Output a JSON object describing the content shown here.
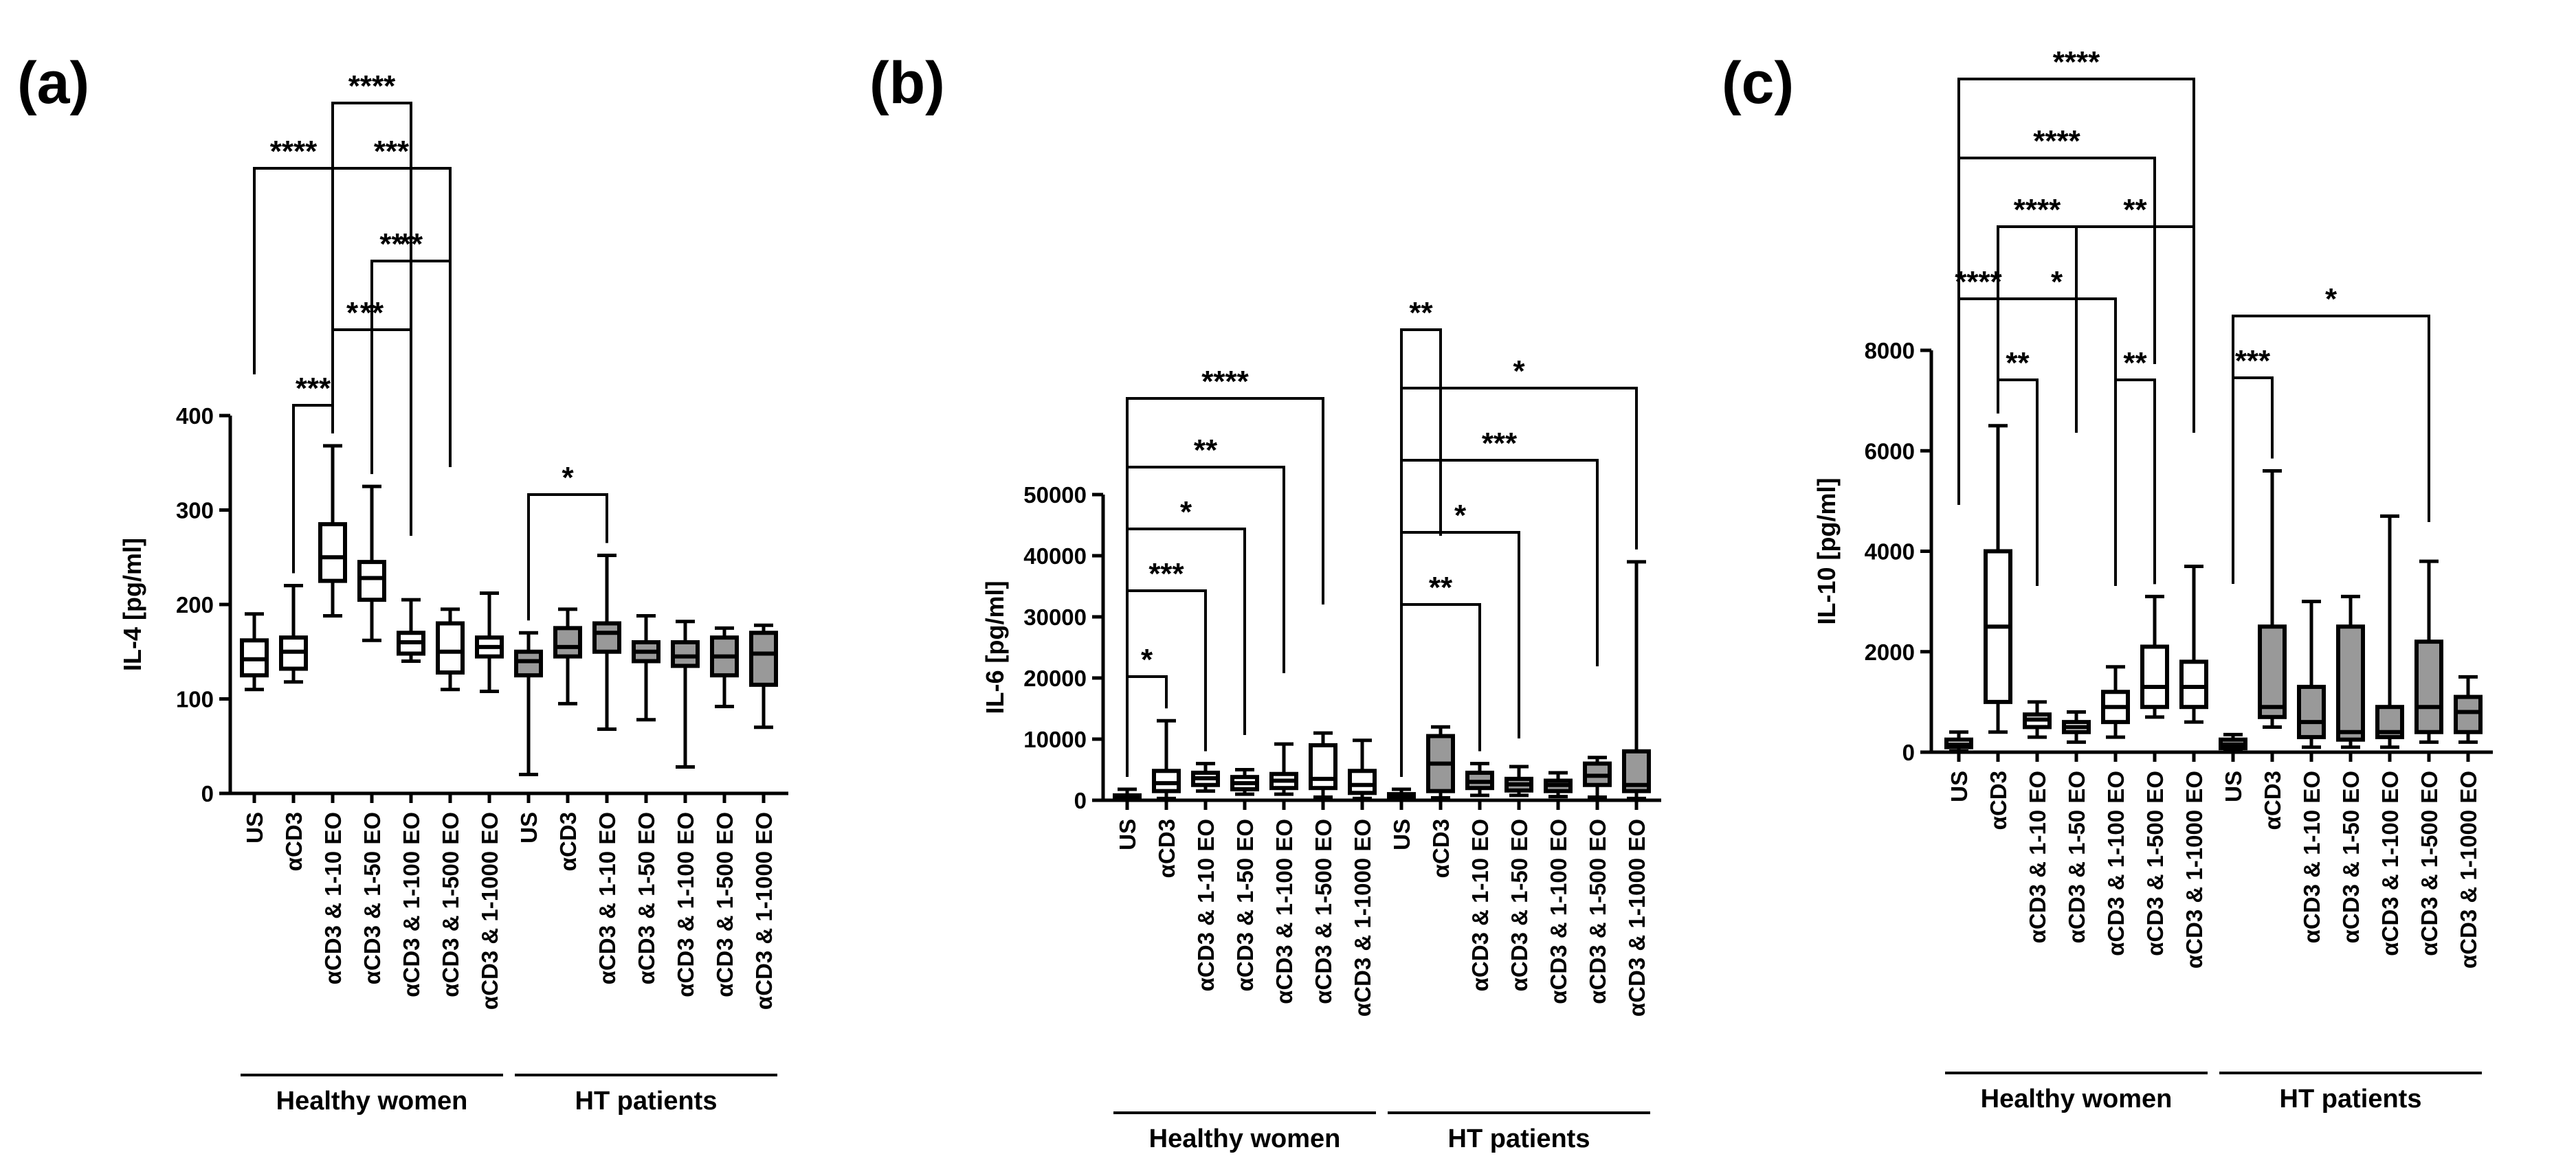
{
  "colors": {
    "healthy_fill": "#ffffff",
    "ht_fill": "#999999",
    "stroke": "#000000"
  },
  "chart_data": [
    {
      "type": "box",
      "panel": "(a)",
      "ylabel": "IL-4 [pg/ml]",
      "ylim": [
        0,
        400
      ],
      "yticks": [
        "0",
        "100",
        "200",
        "300",
        "400"
      ],
      "categories": [
        "US",
        "αCD3",
        "αCD3 & 1-10 EO",
        "αCD3 & 1-50 EO",
        "αCD3 & 1-100 EO",
        "αCD3 & 1-500 EO",
        "αCD3 & 1-1000 EO",
        "US",
        "αCD3",
        "αCD3 & 1-10 EO",
        "αCD3 & 1-50 EO",
        "αCD3 & 1-100 EO",
        "αCD3 & 1-500 EO",
        "αCD3 & 1-1000 EO"
      ],
      "groups": [
        "Healthy women",
        "HT patients"
      ],
      "boxes": [
        {
          "min": 110,
          "q1": 125,
          "median": 142,
          "q3": 162,
          "max": 190,
          "fill": "white"
        },
        {
          "min": 118,
          "q1": 132,
          "median": 150,
          "q3": 165,
          "max": 220,
          "fill": "white"
        },
        {
          "min": 188,
          "q1": 225,
          "median": 250,
          "q3": 285,
          "max": 368,
          "fill": "white"
        },
        {
          "min": 162,
          "q1": 205,
          "median": 228,
          "q3": 245,
          "max": 325,
          "fill": "white"
        },
        {
          "min": 140,
          "q1": 148,
          "median": 160,
          "q3": 170,
          "max": 205,
          "fill": "white"
        },
        {
          "min": 110,
          "q1": 128,
          "median": 150,
          "q3": 180,
          "max": 195,
          "fill": "white"
        },
        {
          "min": 108,
          "q1": 145,
          "median": 155,
          "q3": 165,
          "max": 212,
          "fill": "white"
        },
        {
          "min": 20,
          "q1": 125,
          "median": 140,
          "q3": 150,
          "max": 170,
          "fill": "gray"
        },
        {
          "min": 95,
          "q1": 145,
          "median": 155,
          "q3": 175,
          "max": 195,
          "fill": "gray"
        },
        {
          "min": 68,
          "q1": 150,
          "median": 170,
          "q3": 180,
          "max": 252,
          "fill": "gray"
        },
        {
          "min": 78,
          "q1": 140,
          "median": 150,
          "q3": 160,
          "max": 188,
          "fill": "gray"
        },
        {
          "min": 28,
          "q1": 135,
          "median": 145,
          "q3": 160,
          "max": 182,
          "fill": "gray"
        },
        {
          "min": 92,
          "q1": 125,
          "median": 145,
          "q3": 165,
          "max": 175,
          "fill": "gray"
        },
        {
          "min": 70,
          "q1": 115,
          "median": 148,
          "q3": 170,
          "max": 178,
          "fill": "gray"
        }
      ],
      "significance": [
        {
          "from": 1,
          "to": 2,
          "label": "***"
        },
        {
          "from": 2,
          "to": 3,
          "label": "*"
        },
        {
          "from": 3,
          "to": 4,
          "label": "**"
        },
        {
          "from": 3,
          "to": 5,
          "label": "**"
        },
        {
          "from": 2,
          "to": 4,
          "label": "**"
        },
        {
          "from": 0,
          "to": 2,
          "label": "****"
        },
        {
          "from": 2,
          "to": 5,
          "label": "***"
        },
        {
          "from": 2,
          "to": 4,
          "label": "****"
        },
        {
          "from": 7,
          "to": 9,
          "label": "*"
        }
      ]
    },
    {
      "type": "box",
      "panel": "(b)",
      "ylabel": "IL-6 [pg/ml]",
      "ylim": [
        0,
        50000
      ],
      "yticks": [
        "0",
        "10000",
        "20000",
        "30000",
        "40000",
        "50000"
      ],
      "categories": [
        "US",
        "αCD3",
        "αCD3 & 1-10 EO",
        "αCD3 & 1-50 EO",
        "αCD3 & 1-100 EO",
        "αCD3 & 1-500 EO",
        "αCD3 & 1-1000 EO",
        "US",
        "αCD3",
        "αCD3 & 1-10 EO",
        "αCD3 & 1-50 EO",
        "αCD3 & 1-100 EO",
        "αCD3 & 1-500 EO",
        "αCD3 & 1-1000 EO"
      ],
      "groups": [
        "Healthy women",
        "HT patients"
      ],
      "boxes": [
        {
          "min": 100,
          "q1": 200,
          "median": 500,
          "q3": 800,
          "max": 1800,
          "fill": "white"
        },
        {
          "min": 300,
          "q1": 1500,
          "median": 2800,
          "q3": 4800,
          "max": 13000,
          "fill": "white"
        },
        {
          "min": 1500,
          "q1": 2500,
          "median": 3600,
          "q3": 4500,
          "max": 6000,
          "fill": "white"
        },
        {
          "min": 1000,
          "q1": 1800,
          "median": 2800,
          "q3": 3800,
          "max": 5000,
          "fill": "white"
        },
        {
          "min": 1000,
          "q1": 2000,
          "median": 3200,
          "q3": 4300,
          "max": 9200,
          "fill": "white"
        },
        {
          "min": 500,
          "q1": 2000,
          "median": 3500,
          "q3": 9000,
          "max": 11000,
          "fill": "white"
        },
        {
          "min": 300,
          "q1": 1200,
          "median": 2500,
          "q3": 4800,
          "max": 9800,
          "fill": "white"
        },
        {
          "min": 100,
          "q1": 200,
          "median": 500,
          "q3": 1000,
          "max": 1800,
          "fill": "gray"
        },
        {
          "min": 400,
          "q1": 1500,
          "median": 6000,
          "q3": 10500,
          "max": 12000,
          "fill": "gray"
        },
        {
          "min": 800,
          "q1": 2000,
          "median": 3000,
          "q3": 4500,
          "max": 6000,
          "fill": "gray"
        },
        {
          "min": 800,
          "q1": 1600,
          "median": 2600,
          "q3": 3500,
          "max": 5500,
          "fill": "gray"
        },
        {
          "min": 600,
          "q1": 1500,
          "median": 2500,
          "q3": 3200,
          "max": 4500,
          "fill": "gray"
        },
        {
          "min": 500,
          "q1": 2500,
          "median": 4000,
          "q3": 6000,
          "max": 7000,
          "fill": "gray"
        },
        {
          "min": 300,
          "q1": 1500,
          "median": 2500,
          "q3": 8000,
          "max": 39000,
          "fill": "gray"
        }
      ],
      "significance": [
        {
          "from": 0,
          "to": 1,
          "label": "*"
        },
        {
          "from": 0,
          "to": 2,
          "label": "***"
        },
        {
          "from": 0,
          "to": 3,
          "label": "*"
        },
        {
          "from": 0,
          "to": 4,
          "label": "**"
        },
        {
          "from": 0,
          "to": 5,
          "label": "****"
        },
        {
          "from": 7,
          "to": 8,
          "label": "**"
        },
        {
          "from": 7,
          "to": 9,
          "label": "**"
        },
        {
          "from": 7,
          "to": 10,
          "label": "*"
        },
        {
          "from": 7,
          "to": 12,
          "label": "***"
        },
        {
          "from": 7,
          "to": 13,
          "label": "*"
        }
      ]
    },
    {
      "type": "box",
      "panel": "(c)",
      "ylabel": "IL-10 [pg/ml]",
      "ylim": [
        0,
        8000
      ],
      "yticks": [
        "0",
        "2000",
        "4000",
        "6000",
        "8000"
      ],
      "categories": [
        "US",
        "αCD3",
        "αCD3 & 1-10 EO",
        "αCD3 & 1-50 EO",
        "αCD3 & 1-100 EO",
        "αCD3 & 1-500 EO",
        "αCD3 & 1-1000 EO",
        "US",
        "αCD3",
        "αCD3 & 1-10 EO",
        "αCD3 & 1-50 EO",
        "αCD3 & 1-100 EO",
        "αCD3 & 1-500 EO",
        "αCD3 & 1-1000 EO"
      ],
      "groups": [
        "Healthy women",
        "HT patients"
      ],
      "boxes": [
        {
          "min": 20,
          "q1": 100,
          "median": 150,
          "q3": 250,
          "max": 400,
          "fill": "white"
        },
        {
          "min": 400,
          "q1": 1000,
          "median": 2500,
          "q3": 4000,
          "max": 6500,
          "fill": "white"
        },
        {
          "min": 300,
          "q1": 500,
          "median": 650,
          "q3": 750,
          "max": 1000,
          "fill": "white"
        },
        {
          "min": 200,
          "q1": 400,
          "median": 500,
          "q3": 600,
          "max": 800,
          "fill": "white"
        },
        {
          "min": 300,
          "q1": 600,
          "median": 900,
          "q3": 1200,
          "max": 1700,
          "fill": "white"
        },
        {
          "min": 700,
          "q1": 900,
          "median": 1300,
          "q3": 2100,
          "max": 3100,
          "fill": "white"
        },
        {
          "min": 600,
          "q1": 900,
          "median": 1300,
          "q3": 1800,
          "max": 3700,
          "fill": "white"
        },
        {
          "min": 20,
          "q1": 80,
          "median": 150,
          "q3": 250,
          "max": 350,
          "fill": "gray"
        },
        {
          "min": 500,
          "q1": 700,
          "median": 900,
          "q3": 2500,
          "max": 5600,
          "fill": "gray"
        },
        {
          "min": 100,
          "q1": 300,
          "median": 600,
          "q3": 1300,
          "max": 3000,
          "fill": "gray"
        },
        {
          "min": 100,
          "q1": 250,
          "median": 400,
          "q3": 2500,
          "max": 3100,
          "fill": "gray"
        },
        {
          "min": 100,
          "q1": 300,
          "median": 400,
          "q3": 900,
          "max": 4700,
          "fill": "gray"
        },
        {
          "min": 200,
          "q1": 400,
          "median": 900,
          "q3": 2200,
          "max": 3800,
          "fill": "gray"
        },
        {
          "min": 200,
          "q1": 400,
          "median": 800,
          "q3": 1100,
          "max": 1500,
          "fill": "gray"
        }
      ],
      "significance": [
        {
          "from": 1,
          "to": 2,
          "label": "**"
        },
        {
          "from": 4,
          "to": 5,
          "label": "**"
        },
        {
          "from": 0,
          "to": 1,
          "label": "****"
        },
        {
          "from": 1,
          "to": 4,
          "label": "*"
        },
        {
          "from": 3,
          "to": 6,
          "label": "**"
        },
        {
          "from": 1,
          "to": 3,
          "label": "****"
        },
        {
          "from": 0,
          "to": 5,
          "label": "****"
        },
        {
          "from": 0,
          "to": 6,
          "label": "****"
        },
        {
          "from": 7,
          "to": 8,
          "label": "***"
        },
        {
          "from": 7,
          "to": 12,
          "label": "*"
        }
      ]
    }
  ]
}
